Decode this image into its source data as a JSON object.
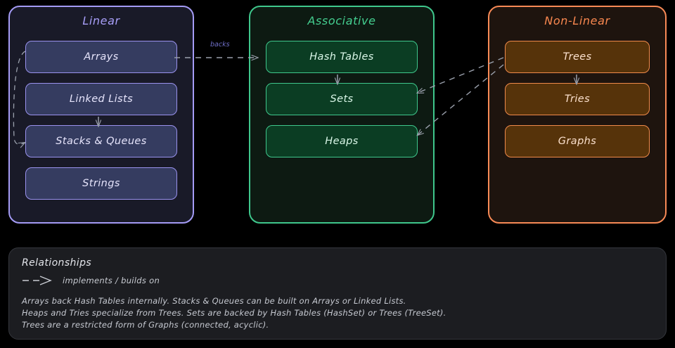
{
  "diagram": {
    "groups": [
      {
        "id": "linear",
        "title": "Linear",
        "accent": "#a79ef7",
        "fill": "#191a28",
        "node_fill": "#353c60",
        "nodes": [
          {
            "label": "Arrays"
          },
          {
            "label": "Linked Lists"
          },
          {
            "label": "Stacks & Queues"
          },
          {
            "label": "Strings"
          }
        ]
      },
      {
        "id": "associative",
        "title": "Associative",
        "accent": "#44cf90",
        "fill": "#0d1a12",
        "node_fill": "#0b3d23",
        "nodes": [
          {
            "label": "Hash Tables"
          },
          {
            "label": "Sets"
          },
          {
            "label": "Heaps"
          }
        ]
      },
      {
        "id": "non-linear",
        "title": "Non-Linear",
        "accent": "#f8874f",
        "fill": "#1e140e",
        "node_fill": "#56330a",
        "nodes": [
          {
            "label": "Trees"
          },
          {
            "label": "Tries"
          },
          {
            "label": "Graphs"
          }
        ]
      }
    ],
    "edge_labels": {
      "arrays_to_hash_tables": "backs"
    }
  },
  "panel": {
    "title": "Relationships",
    "legend": {
      "arrow_glyph": "--≻",
      "text": "implements / builds on"
    },
    "notes": [
      "Arrays back Hash Tables internally. Stacks & Queues can be built on Arrays or Linked Lists.",
      "Heaps and Tries specialize from Trees. Sets are backed by Hash Tables (HashSet) or Trees (TreeSet).",
      "Trees are a restricted form of Graphs (connected, acyclic)."
    ]
  },
  "colors": {
    "background": "#000000",
    "edge_stroke": "#9aa0ac",
    "panel_bg": "#1c1d21",
    "panel_border": "#34363c"
  }
}
